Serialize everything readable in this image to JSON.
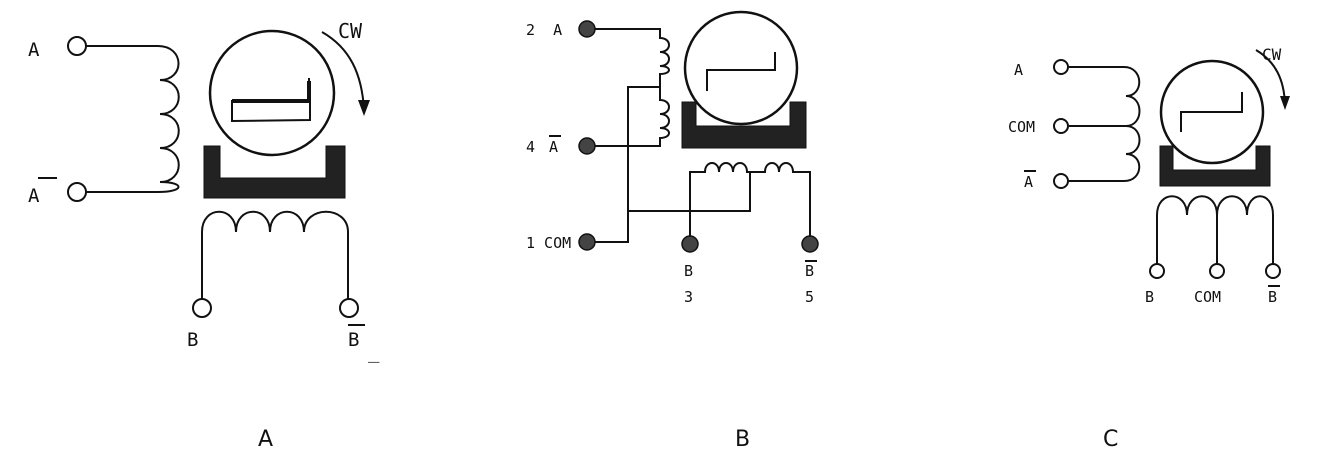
{
  "diagram_a": {
    "caption": "A",
    "rotation": "CW",
    "terminals": {
      "a": "A",
      "a_bar": "A",
      "b": "B",
      "b_bar": "B",
      "b_bar_suffix": "_"
    }
  },
  "diagram_b": {
    "caption": "B",
    "terminals": {
      "a": "2  A",
      "a_bar_num": "4",
      "a_bar": "A",
      "com": "1 COM",
      "b": "B",
      "b_num": "3",
      "b_bar": "B",
      "b_bar_num": "5"
    }
  },
  "diagram_c": {
    "caption": "C",
    "rotation": "CW",
    "terminals": {
      "a": "A",
      "com_a": "COM",
      "a_bar": "A",
      "b": "B",
      "com_b": "COM",
      "b_bar": "B"
    }
  }
}
